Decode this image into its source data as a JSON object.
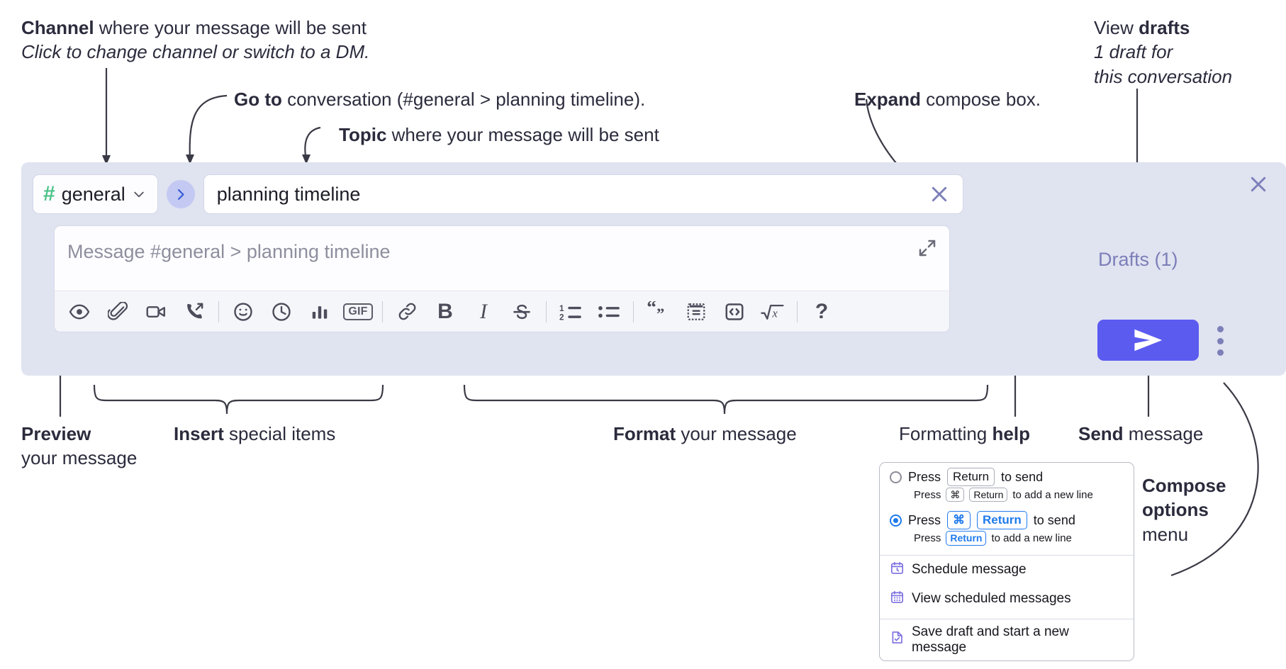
{
  "annotations": {
    "channel": {
      "bold": "Channel",
      "rest": " where your message will be sent",
      "sub": "Click to change channel or switch to a DM."
    },
    "goto": {
      "bold": "Go to",
      "rest": " conversation (#general > planning timeline)."
    },
    "topic": {
      "bold": "Topic",
      "rest": " where your message will be sent"
    },
    "expand": {
      "bold": "Expand",
      "rest": " compose box."
    },
    "drafts": {
      "pre": "View ",
      "bold": "drafts",
      "sub1": "1 draft for",
      "sub2": "this conversation"
    },
    "preview": {
      "bold": "Preview",
      "sub": "your message"
    },
    "insert": {
      "bold": "Insert",
      "rest": " special items"
    },
    "format": {
      "bold": "Format",
      "rest": " your message"
    },
    "help": {
      "pre": "Formatting ",
      "bold": "help"
    },
    "send": {
      "bold": "Send",
      "rest": " message"
    },
    "compose_options": {
      "l1": "Compose",
      "l2": "options",
      "l3": "menu"
    }
  },
  "compose": {
    "channel": {
      "hash": "#",
      "name": "general"
    },
    "go_to_label": "go-to-conversation",
    "topic": {
      "value": "planning timeline"
    },
    "message": {
      "placeholder": "Message #general > planning timeline",
      "value": ""
    },
    "drafts_label": "Drafts (1)",
    "toolbar": [
      {
        "name": "preview-icon",
        "label": "Preview"
      },
      {
        "name": "attachment-icon",
        "label": "Attach file"
      },
      {
        "name": "video-icon",
        "label": "Record video clip"
      },
      {
        "name": "huddle-icon",
        "label": "Start huddle"
      },
      {
        "name": "divider-1",
        "label": ""
      },
      {
        "name": "emoji-icon",
        "label": "Emoji"
      },
      {
        "name": "clock-icon",
        "label": "Schedule"
      },
      {
        "name": "poll-icon",
        "label": "Poll"
      },
      {
        "name": "gif-icon",
        "label": "GIF"
      },
      {
        "name": "divider-2",
        "label": ""
      },
      {
        "name": "link-icon",
        "label": "Link"
      },
      {
        "name": "bold-icon",
        "label": "B"
      },
      {
        "name": "italic-icon",
        "label": "I"
      },
      {
        "name": "strikethrough-icon",
        "label": "S"
      },
      {
        "name": "divider-3",
        "label": ""
      },
      {
        "name": "ordered-list-icon",
        "label": "Ordered list"
      },
      {
        "name": "bulleted-list-icon",
        "label": "Bulleted list"
      },
      {
        "name": "divider-4",
        "label": ""
      },
      {
        "name": "blockquote-icon",
        "label": "Blockquote"
      },
      {
        "name": "code-block-icon",
        "label": "Code block"
      },
      {
        "name": "inline-code-icon",
        "label": "Code"
      },
      {
        "name": "math-icon",
        "label": "Math"
      },
      {
        "name": "divider-5",
        "label": ""
      },
      {
        "name": "help-icon",
        "label": "?"
      }
    ]
  },
  "menu": {
    "options": [
      {
        "selected": false,
        "main_pre": "Press",
        "main_key": "Return",
        "main_post": "to send",
        "sub_pre": "Press",
        "sub_key1": "⌘",
        "sub_key2": "Return",
        "sub_post": "to add a new line"
      },
      {
        "selected": true,
        "main_pre": "Press",
        "main_key1": "⌘",
        "main_key2": "Return",
        "main_post": "to send",
        "sub_pre": "Press",
        "sub_key": "Return",
        "sub_post": "to add a new line"
      }
    ],
    "items": [
      {
        "icon": "calendar-clock-icon",
        "label": "Schedule message"
      },
      {
        "icon": "calendar-grid-icon",
        "label": "View scheduled messages"
      },
      {
        "icon": "document-check-icon",
        "label": "Save draft and start a new message"
      }
    ]
  },
  "colors": {
    "panel_bg": "#e0e3f0",
    "accent_send": "#5b5bf0",
    "hash_green": "#4cc38a",
    "drafts_purple": "#7c7fb8",
    "menu_icon_purple": "#7b6fe0",
    "key_blue": "#1f7aec"
  }
}
